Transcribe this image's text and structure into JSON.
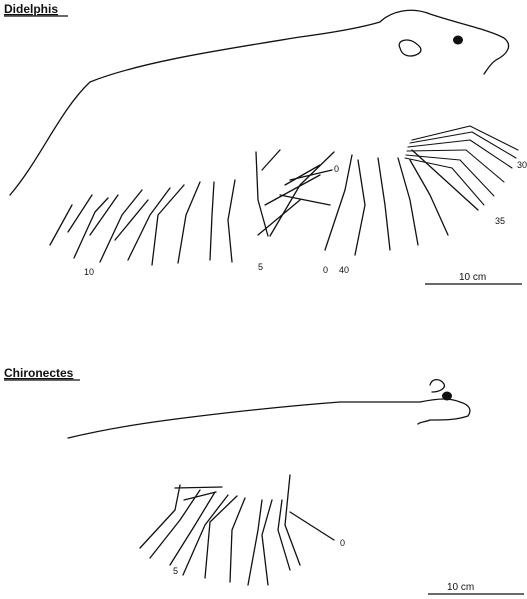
{
  "panels": [
    {
      "title": "Didelphis",
      "scale_label": "10 cm",
      "tick_labels": [
        "10",
        "5",
        "0",
        "40",
        "35",
        "30",
        "0"
      ]
    },
    {
      "title": "Chironectes",
      "scale_label": "10 cm",
      "tick_labels": [
        "5",
        "0"
      ]
    }
  ]
}
